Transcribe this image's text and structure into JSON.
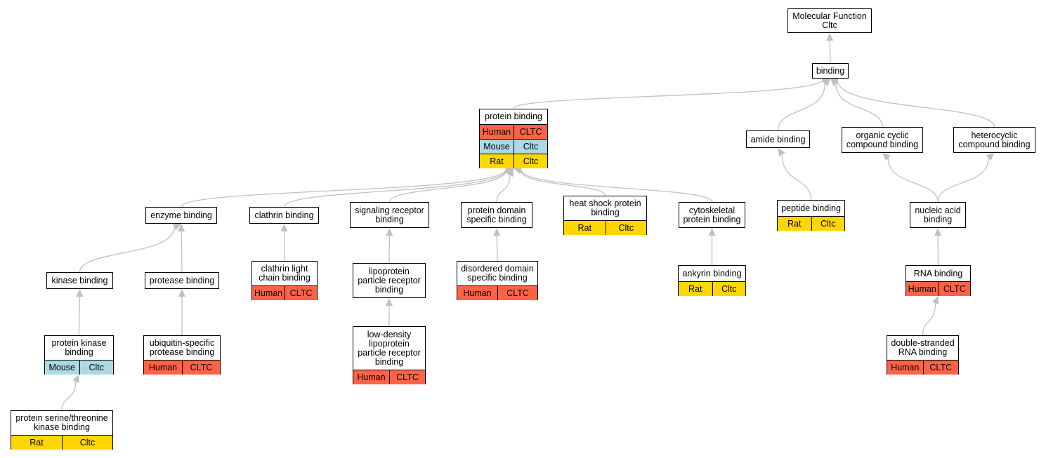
{
  "colors": {
    "edge": "#c0c0c0",
    "border": "#000000",
    "Human": "#FF6347",
    "Mouse": "#ADD8E6",
    "Rat": "#FFD700"
  },
  "nodes": [
    {
      "id": "mf",
      "label": "Molecular Function\nCltc",
      "rows": []
    },
    {
      "id": "binding",
      "label": "binding",
      "rows": []
    },
    {
      "id": "protein_binding",
      "label": "protein binding",
      "rows": [
        [
          "Human",
          "CLTC"
        ],
        [
          "Mouse",
          "Cltc"
        ],
        [
          "Rat",
          "Cltc"
        ]
      ]
    },
    {
      "id": "amide_binding",
      "label": "amide binding",
      "rows": []
    },
    {
      "id": "organic_cyclic",
      "label": "organic cyclic\ncompound binding",
      "rows": []
    },
    {
      "id": "heterocyclic",
      "label": "heterocyclic\ncompound binding",
      "rows": []
    },
    {
      "id": "enzyme_binding",
      "label": "enzyme binding",
      "rows": []
    },
    {
      "id": "clathrin_binding",
      "label": "clathrin binding",
      "rows": []
    },
    {
      "id": "signaling_receptor",
      "label": "signaling receptor\nbinding",
      "rows": []
    },
    {
      "id": "protein_domain",
      "label": "protein domain\nspecific binding",
      "rows": []
    },
    {
      "id": "heat_shock",
      "label": "heat shock protein\nbinding",
      "rows": [
        [
          "Rat",
          "Cltc"
        ]
      ]
    },
    {
      "id": "cytoskeletal",
      "label": "cytoskeletal\nprotein binding",
      "rows": []
    },
    {
      "id": "peptide_binding",
      "label": "peptide binding",
      "rows": [
        [
          "Rat",
          "Cltc"
        ]
      ]
    },
    {
      "id": "nucleic_acid",
      "label": "nucleic acid\nbinding",
      "rows": []
    },
    {
      "id": "kinase_binding",
      "label": "kinase binding",
      "rows": []
    },
    {
      "id": "protease_binding",
      "label": "protease binding",
      "rows": []
    },
    {
      "id": "clathrin_light",
      "label": "clathrin light\nchain binding",
      "rows": [
        [
          "Human",
          "CLTC"
        ]
      ]
    },
    {
      "id": "lipoprotein_receptor",
      "label": "lipoprotein\nparticle receptor\nbinding",
      "rows": []
    },
    {
      "id": "disordered_domain",
      "label": "disordered domain\nspecific binding",
      "rows": [
        [
          "Human",
          "CLTC"
        ]
      ]
    },
    {
      "id": "ankyrin_binding",
      "label": "ankyrin binding",
      "rows": [
        [
          "Rat",
          "Cltc"
        ]
      ]
    },
    {
      "id": "rna_binding",
      "label": "RNA binding",
      "rows": [
        [
          "Human",
          "CLTC"
        ]
      ]
    },
    {
      "id": "protein_kinase",
      "label": "protein kinase\nbinding",
      "rows": [
        [
          "Mouse",
          "Cltc"
        ]
      ]
    },
    {
      "id": "ubiquitin_protease",
      "label": "ubiquitin-specific\nprotease binding",
      "rows": [
        [
          "Human",
          "CLTC"
        ]
      ]
    },
    {
      "id": "ldl_receptor",
      "label": "low-density\nlipoprotein\nparticle receptor\nbinding",
      "rows": [
        [
          "Human",
          "CLTC"
        ]
      ]
    },
    {
      "id": "dsrna_binding",
      "label": "double-stranded\nRNA binding",
      "rows": [
        [
          "Human",
          "CLTC"
        ]
      ]
    },
    {
      "id": "ser_thr_kinase",
      "label": "protein serine/threonine\nkinase binding",
      "rows": [
        [
          "Rat",
          "Cltc"
        ]
      ]
    }
  ],
  "edges": [
    [
      "binding",
      "mf"
    ],
    [
      "protein_binding",
      "binding"
    ],
    [
      "amide_binding",
      "binding"
    ],
    [
      "organic_cyclic",
      "binding"
    ],
    [
      "heterocyclic",
      "binding"
    ],
    [
      "enzyme_binding",
      "protein_binding"
    ],
    [
      "clathrin_binding",
      "protein_binding"
    ],
    [
      "signaling_receptor",
      "protein_binding"
    ],
    [
      "protein_domain",
      "protein_binding"
    ],
    [
      "heat_shock",
      "protein_binding"
    ],
    [
      "cytoskeletal",
      "protein_binding"
    ],
    [
      "peptide_binding",
      "amide_binding"
    ],
    [
      "nucleic_acid",
      "organic_cyclic"
    ],
    [
      "nucleic_acid",
      "heterocyclic"
    ],
    [
      "kinase_binding",
      "enzyme_binding"
    ],
    [
      "protease_binding",
      "enzyme_binding"
    ],
    [
      "clathrin_light",
      "clathrin_binding"
    ],
    [
      "lipoprotein_receptor",
      "signaling_receptor"
    ],
    [
      "disordered_domain",
      "protein_domain"
    ],
    [
      "ankyrin_binding",
      "cytoskeletal"
    ],
    [
      "rna_binding",
      "nucleic_acid"
    ],
    [
      "protein_kinase",
      "kinase_binding"
    ],
    [
      "ubiquitin_protease",
      "protease_binding"
    ],
    [
      "ldl_receptor",
      "lipoprotein_receptor"
    ],
    [
      "dsrna_binding",
      "rna_binding"
    ],
    [
      "ser_thr_kinase",
      "protein_kinase"
    ]
  ]
}
